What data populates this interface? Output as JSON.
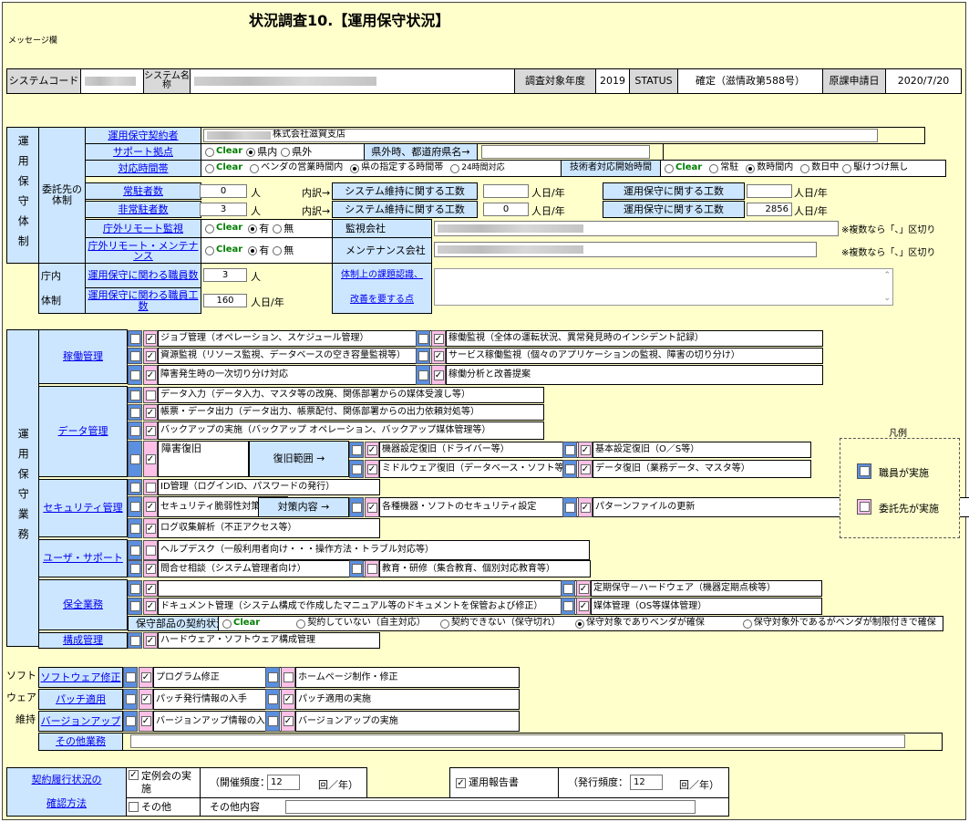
{
  "title": "状況調査10.【運用保守状況】",
  "message_label": "メッセージ欄",
  "header": {
    "system_code_label": "システムコード",
    "system_name_label": "システム名称",
    "survey_year_label": "調査対象年度",
    "survey_year": "2019",
    "status_label": "STATUS",
    "status_value": "確定（滋情政第588号）",
    "request_date_label": "原課申請日",
    "request_date": "2020/7/20"
  },
  "outsource": {
    "section_label": "運用保守体制",
    "sub_label": "委託先の体制",
    "contractor_label": "運用保守契約者",
    "contractor_value": "株式会社滋賀支店",
    "support_base_label": "サポート拠点",
    "opt_clear": "Clear",
    "opt_inside": "県内",
    "opt_outside": "県外",
    "prefecture_label": "県外時、都道府県名→",
    "hours_label": "対応時間帯",
    "opt_vendor_hours": "ベンダの営業時間内",
    "opt_pref_hours": "県の指定する時間帯",
    "opt_24h": "24時間対応",
    "tech_start_label": "技術者対応開始時間",
    "opt_resident": "常駐",
    "opt_within_hours": "数時間内",
    "opt_within_days": "数日中",
    "opt_rush": "駆けつけ無し",
    "resident_count_label": "常駐者数",
    "resident_count": "0",
    "unit_person": "人",
    "breakdown_label": "内訳→",
    "sys_maint_label": "システム維持に関する工数",
    "unit_person_day_year": "人日/年",
    "ops_maint_label": "運用保守に関する工数",
    "nonresident_count_label": "非常駐者数",
    "nonresident_count": "3",
    "nonresident_sys_effort": "0",
    "nonresident_ops_effort": "2856",
    "remote_monitor_label": "庁外リモート監視",
    "opt_yes": "有",
    "opt_no": "無",
    "monitor_company_label": "監視会社",
    "multi_note": "※複数なら「、」区切り",
    "remote_maint_label": "庁外リモート・メンテナンス",
    "maint_company_label": "メンテナンス会社"
  },
  "internal": {
    "sub_label1": "庁内",
    "sub_label2": "体制",
    "staff_label": "運用保守に関わる職員数",
    "staff_count": "3",
    "effort_label": "運用保守に関わる職員工数",
    "effort_value": "160",
    "issue_label": "体制上の課題認識、",
    "improve_label": "改善を要する点"
  },
  "operations": {
    "section_label": "運用保守業務",
    "kado_label": "稼働管理",
    "job_mgmt": "ジョブ管理（オペレーション、スケジュール管理）",
    "resource_mon": "資源監視（リソース監視、データベースの空き容量監視等）",
    "first_response": "障害発生時の一次切り分け対応",
    "op_monitor": "稼働監視（全体の運転状況、異常発見時のインシデント記録）",
    "service_mon": "サービス稼働監視（個々のアプリケーションの監視、障害の切り分け）",
    "op_analysis": "稼働分析と改善提案",
    "data_label": "データ管理",
    "data_input": "データ入力（データ入力、マスタ等の改廃、関係部署からの媒体受渡し等）",
    "report_output": "帳票・データ出力（データ出力、帳票配付、関係部署からの出力依頼対処等）",
    "backup": "バックアップの実施（バックアップ オペレーション、バックアップ媒体管理等）",
    "recovery": "障害復旧",
    "recovery_scope": "復旧範囲 →",
    "dev_recovery": "機器設定復旧（ドライバー等）",
    "base_recovery": "基本設定復旧（O／S等）",
    "mw_recovery": "ミドルウェア復旧（データベース・ソフト等）",
    "data_recovery": "データ復旧（業務データ、マスタ等）",
    "legend_title": "凡例",
    "legend_staff": "職員が実施",
    "legend_vendor": "委託先が実施",
    "sec_label": "セキュリティ管理",
    "id_mgmt": "ID管理（ログインID、パスワードの発行）",
    "vuln": "セキュリティ脆弱性対策",
    "measure_label": "対策内容 →",
    "device_sec": "各種機器・ソフトのセキュリティ設定",
    "pattern": "パターンファイルの更新",
    "log_analysis": "ログ収集解析（不正アクセス等）",
    "user_label": "ユーザ・サポート",
    "helpdesk": "ヘルプデスク（一般利用者向け・・・操作方法・トラブル対応等）",
    "inquiry": "問合せ相談（システム管理者向け）",
    "education": "教育・研修（集合教育、個別対応教育等）",
    "maint_label": "保全業務",
    "periodic": "定期保守－ハードウェア（機器定期点検等）",
    "doc_mgmt": "ドキュメント管理（システム構成で作成したマニュアル等のドキュメントを保管および修正）",
    "media_mgmt": "媒体管理（OS等媒体管理）",
    "parts_label": "保守部品の契約状況",
    "parts_none": "契約していない（自主対応）",
    "parts_cannot": "契約できない（保守切れ）",
    "parts_covered": "保守対象でありベンダが確保",
    "parts_limited": "保守対象外であるがベンダが制限付きで確保",
    "config_label": "構成管理",
    "config_item": "ハードウェア・ソフトウェア構成管理"
  },
  "software": {
    "s1": "ソフト",
    "s2": "ウェア",
    "s3": "維持",
    "fix_label": "ソフトウェア修正",
    "program_fix": "プログラム修正",
    "homepage": "ホームページ制作・修正",
    "patch_label": "パッチ適用",
    "patch_info": "パッチ発行情報の入手",
    "patch_apply": "パッチ適用の実施",
    "version_label": "バージョンアップ",
    "version_info": "バージョンアップ情報の入手",
    "version_apply": "バージョンアップの実施",
    "other_label": "その他業務"
  },
  "contract": {
    "label1": "契約履行状況の",
    "label2": "確認方法",
    "regular_meeting": "定例会の実施",
    "meeting_freq_label": "（開催頻度：",
    "meeting_freq": "12",
    "per_year": "回／年）",
    "ops_report": "運用報告書",
    "report_freq_label": "（発行頻度：",
    "report_freq": "12",
    "other": "その他",
    "other_content_label": "その他内容"
  },
  "colors": {
    "page_bg": "#ffffcc",
    "label_bg": "#cce6ff",
    "staff_blue": "#5b8fe0",
    "vendor_pink": "#ffc0e8",
    "link": "#0000ee"
  }
}
